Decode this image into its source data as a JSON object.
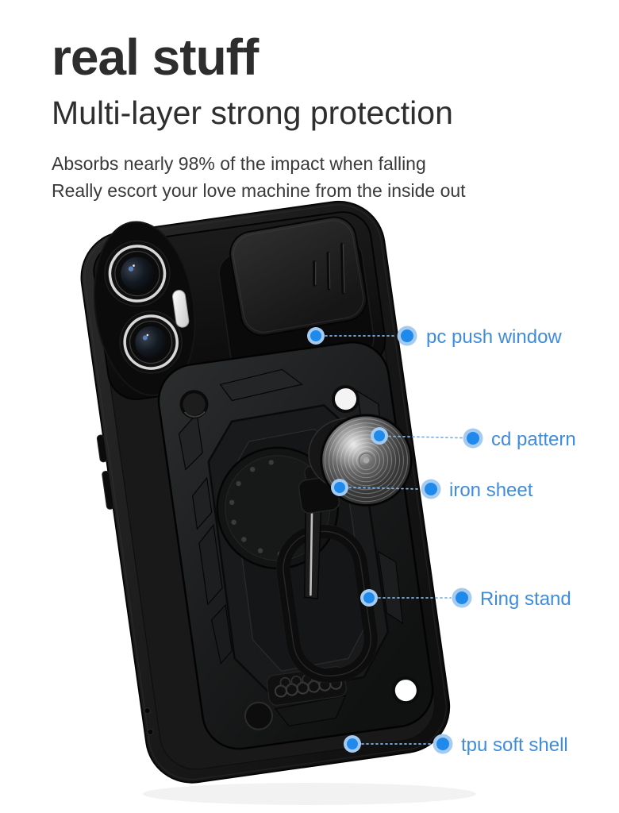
{
  "heading": {
    "title": "real stuff",
    "subtitle": "Multi-layer strong protection",
    "description": [
      "Absorbs nearly 98% of the impact when falling",
      "Really escort your love machine from the inside out"
    ]
  },
  "callouts": [
    {
      "label": "pc push window"
    },
    {
      "label": "cd pattern"
    },
    {
      "label": "iron sheet"
    },
    {
      "label": "Ring stand"
    },
    {
      "label": "tpu soft shell"
    }
  ],
  "illustration": {
    "subject": "black armor phone case, rear view, with slide camera cover, cd-pattern metal disc, ring stand and tpu shell"
  },
  "colors": {
    "background": "#ffffff",
    "heading_text": "#2d2d2d",
    "body_text": "#3a3a3a",
    "label_blue": "#3f8cdd",
    "callout_dot_core": "#2089ec",
    "callout_dot_halo": "#a6cbf1",
    "callout_line": "#7fb4e6",
    "case_black": "#1a1a1a",
    "lens_ring_silver": "#d6d6d6"
  }
}
